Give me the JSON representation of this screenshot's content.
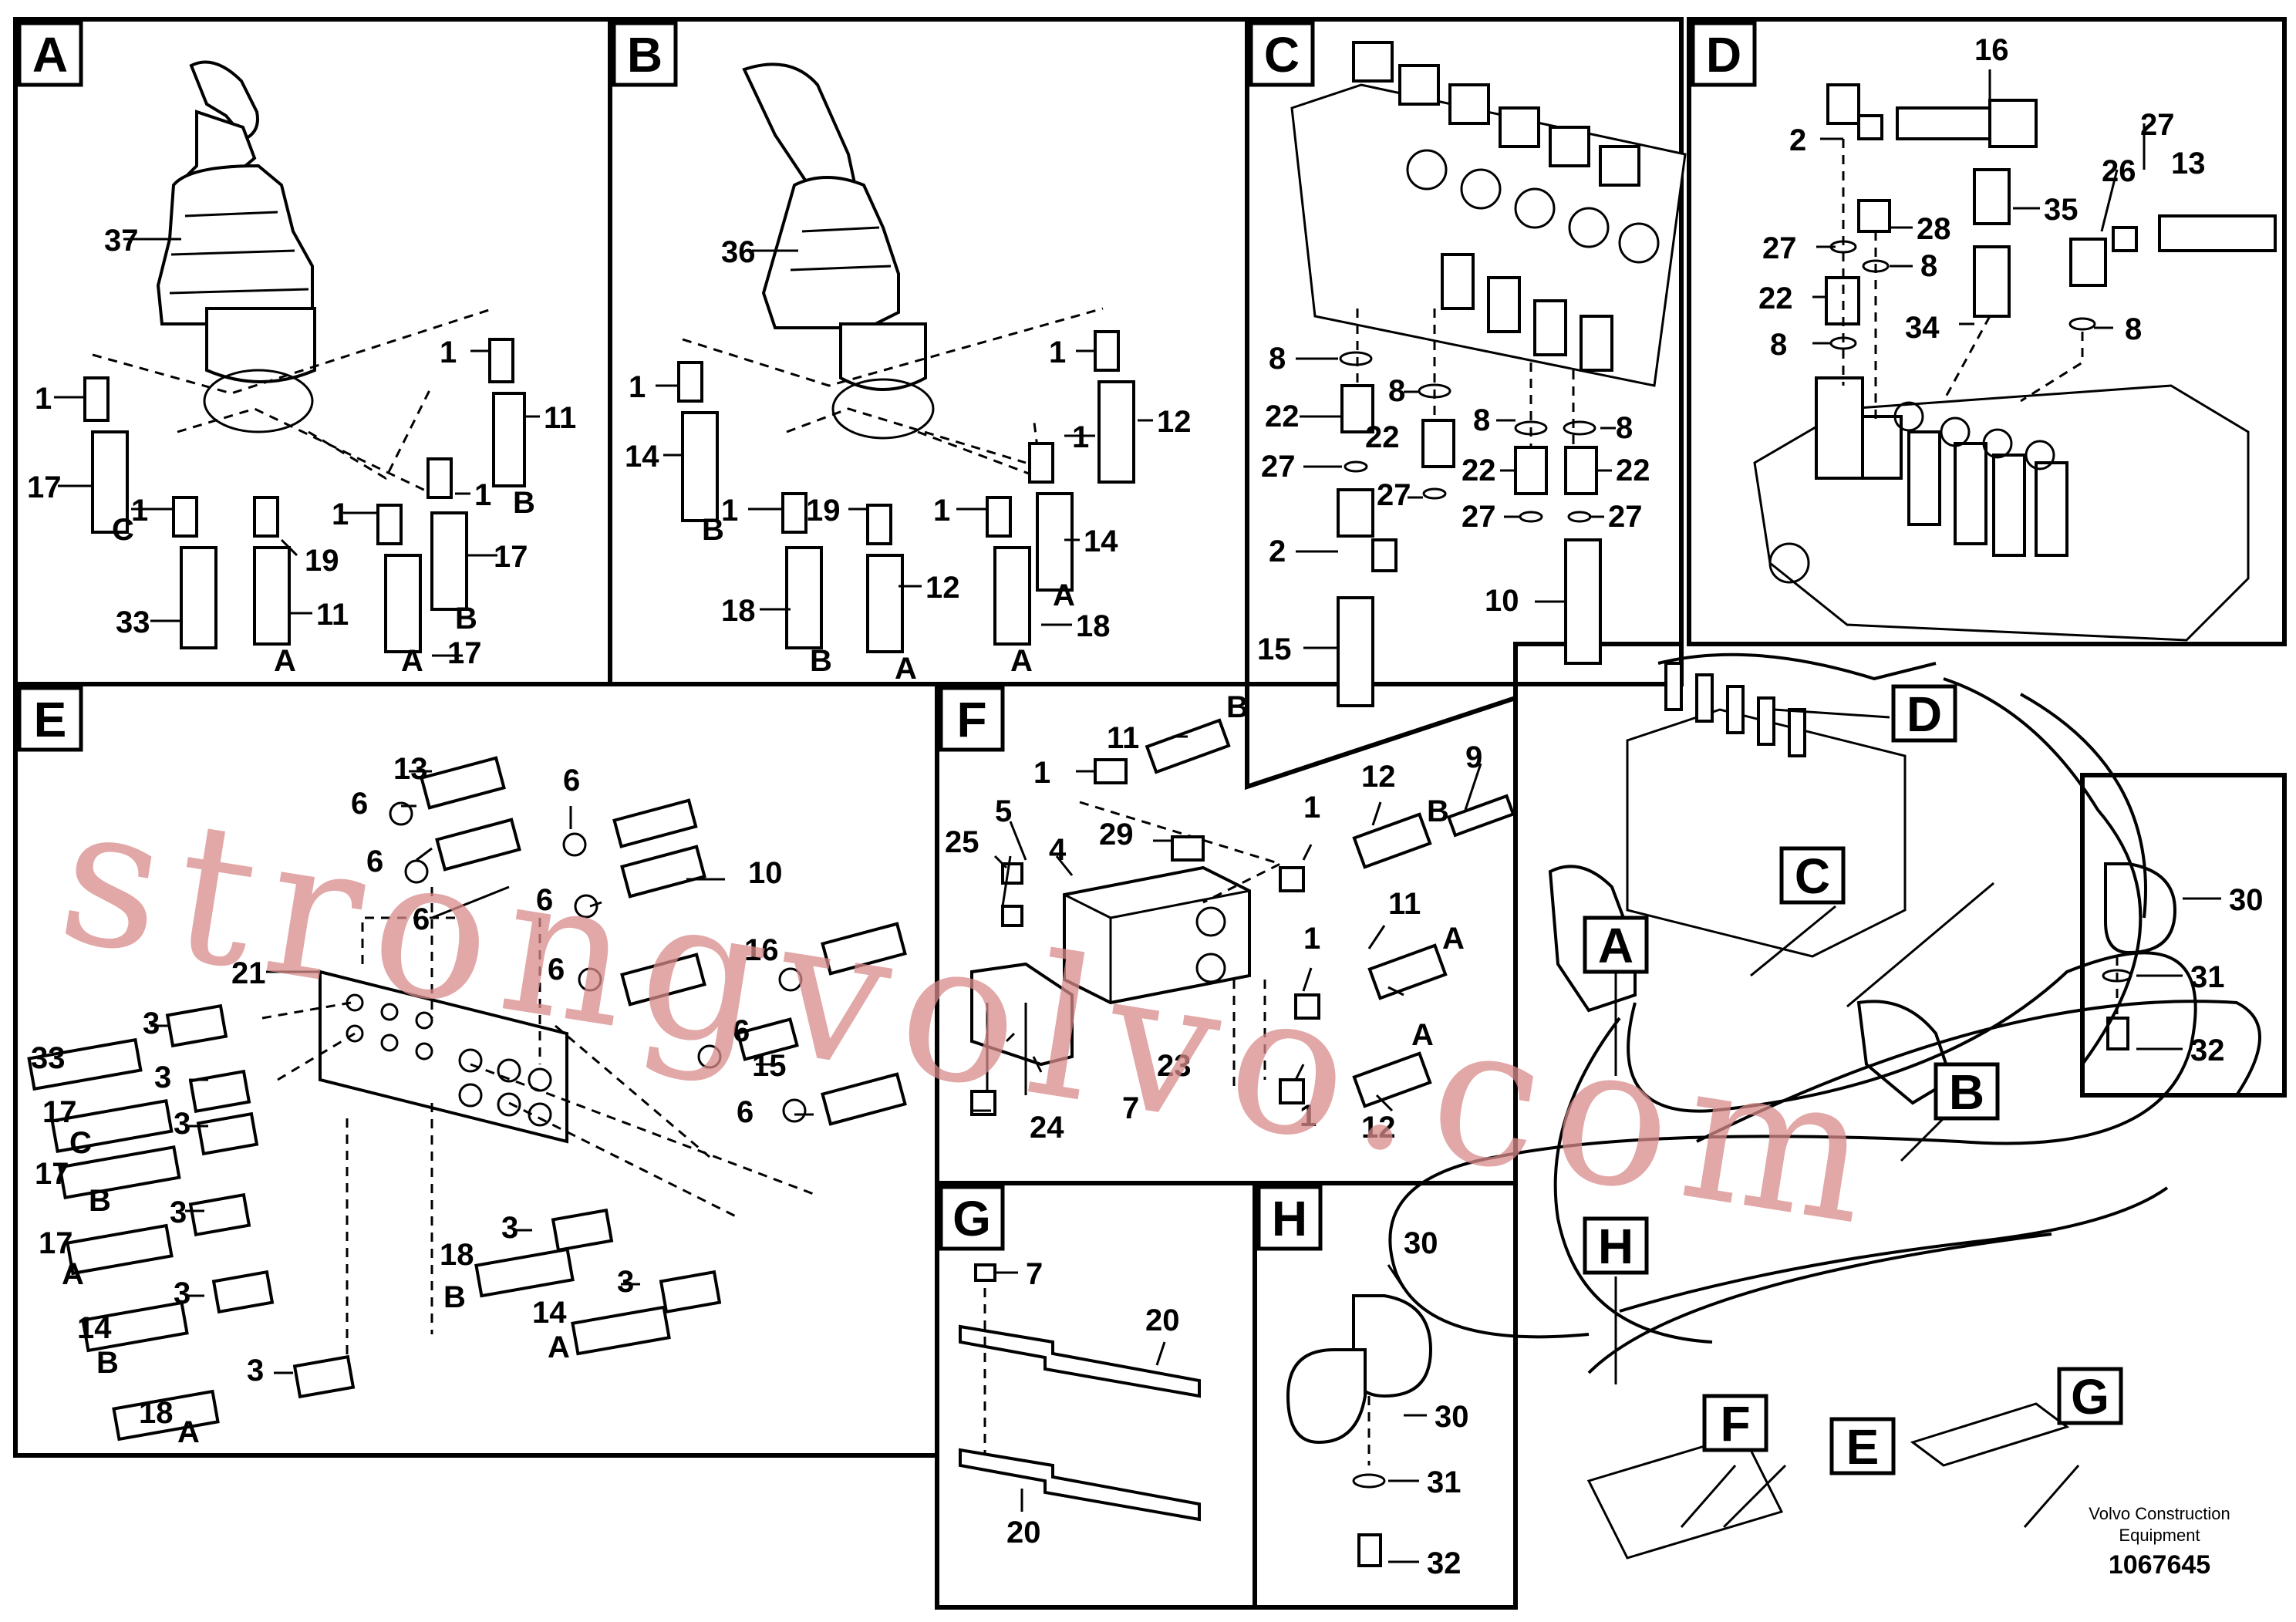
{
  "panels": [
    {
      "id": "A"
    },
    {
      "id": "B"
    },
    {
      "id": "C"
    },
    {
      "id": "D"
    },
    {
      "id": "E"
    },
    {
      "id": "F"
    },
    {
      "id": "G"
    },
    {
      "id": "H"
    }
  ],
  "overview_callouts": [
    "A",
    "B",
    "C",
    "D",
    "E",
    "F",
    "G",
    "H"
  ],
  "part_numbers": {
    "n1": "1",
    "n2": "2",
    "n3": "3",
    "n4": "4",
    "n5": "5",
    "n6": "6",
    "n7": "7",
    "n8": "8",
    "n9": "9",
    "n10": "10",
    "n11": "11",
    "n12": "12",
    "n13": "13",
    "n14": "14",
    "n15": "15",
    "n16": "16",
    "n17": "17",
    "n18": "18",
    "n19": "19",
    "n20": "20",
    "n21": "21",
    "n22": "22",
    "n23": "23",
    "n24": "24",
    "n25": "25",
    "n26": "26",
    "n27": "27",
    "n28": "28",
    "n29": "29",
    "n30": "30",
    "n31": "31",
    "n32": "32",
    "n33": "33",
    "n34": "34",
    "n35": "35",
    "n36": "36",
    "n37": "37"
  },
  "port_labels": {
    "a": "A",
    "b": "B",
    "c": "C"
  },
  "watermark": "strongvolvo.com",
  "footer": {
    "maker_line1": "Volvo Construction",
    "maker_line2": "Equipment",
    "drawing_number": "1067645"
  }
}
